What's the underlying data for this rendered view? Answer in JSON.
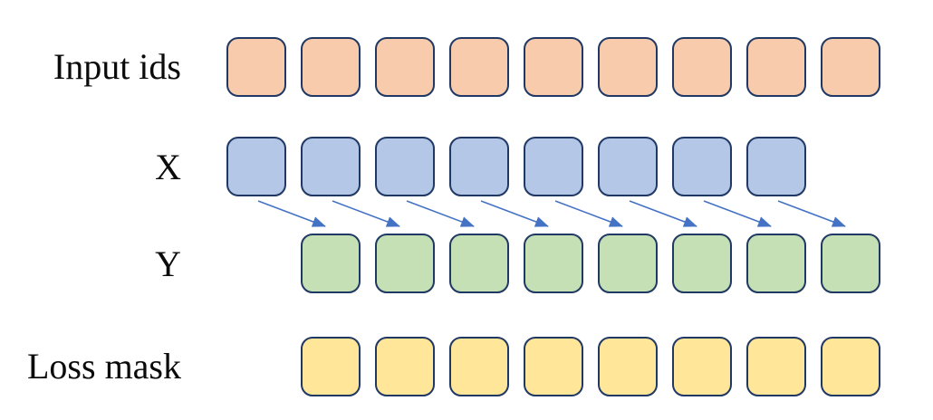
{
  "figure": {
    "title": "token-shift-diagram",
    "background": "#FFFFFF",
    "border_color": "#1F3864",
    "label_color": "#0B0B0B"
  },
  "rows": [
    {
      "id": "input-ids",
      "label": "Input ids",
      "count": 9,
      "fill": "#F8CBAD",
      "offset_cells": 0
    },
    {
      "id": "x",
      "label": "X",
      "count": 8,
      "fill": "#B4C7E7",
      "offset_cells": 0
    },
    {
      "id": "y",
      "label": "Y",
      "count": 8,
      "fill": "#C5E0B4",
      "offset_cells": 1
    },
    {
      "id": "loss-mask",
      "label": "Loss mask",
      "count": 8,
      "fill": "#FFE699",
      "offset_cells": 1
    }
  ],
  "arrows": {
    "count": 8,
    "color": "#4472C4",
    "from_row": "x",
    "to_row": "y",
    "direction": "down-right"
  }
}
